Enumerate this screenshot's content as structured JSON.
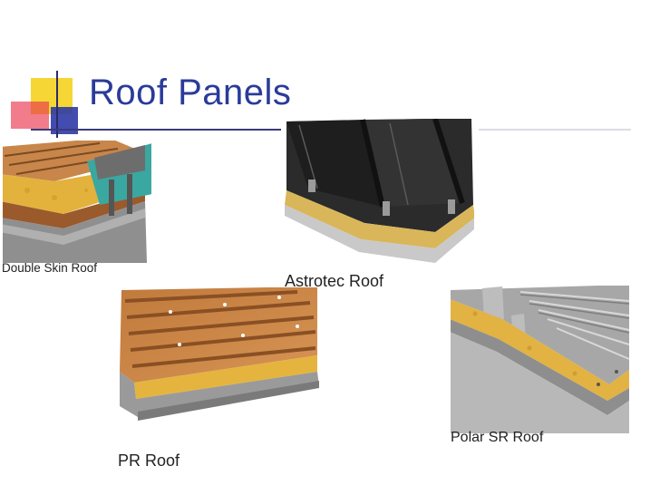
{
  "slide": {
    "title": "Roof Panels"
  },
  "captions": {
    "double_skin": "Double Skin Roof",
    "astrotec": "Astrotec Roof",
    "pr": "PR Roof",
    "polar_sr": "Polar SR Roof"
  },
  "colors": {
    "title": "#2a3b9a",
    "accent_yellow": "#f5d634",
    "accent_red": "#e8354f",
    "accent_blue": "#2e3aa6"
  }
}
